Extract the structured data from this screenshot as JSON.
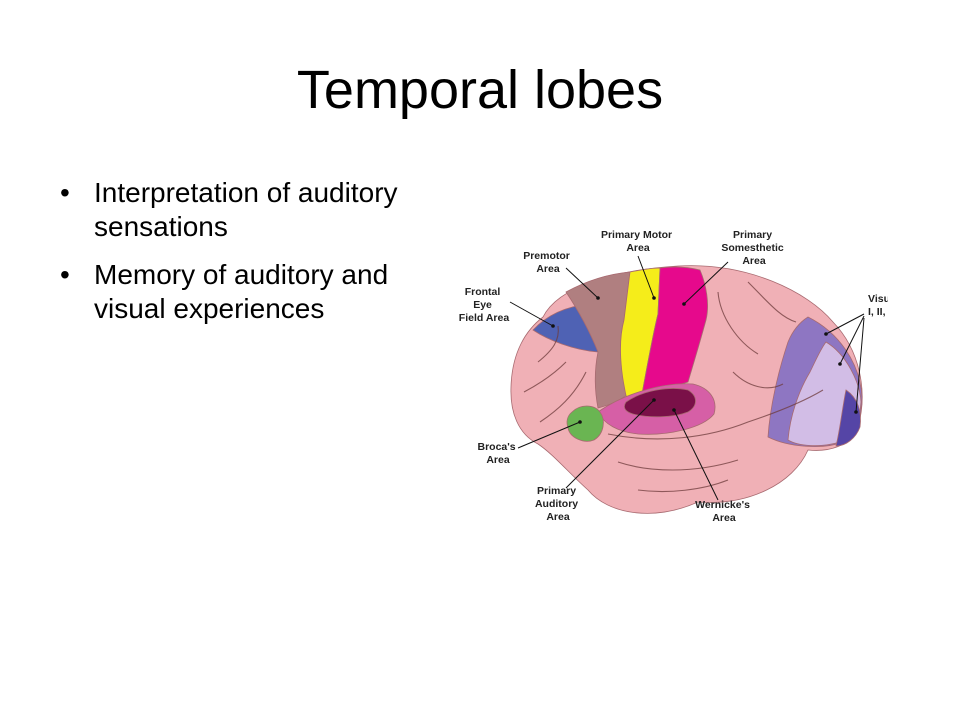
{
  "title": "Temporal lobes",
  "bullets": [
    "Interpretation of auditory sensations",
    "Memory of auditory and visual experiences"
  ],
  "bullet_marker": "•",
  "diagram": {
    "labels": {
      "primary_motor": [
        "Primary Motor",
        "Area"
      ],
      "primary_somesthetic": [
        "Primary",
        "Somesthetic",
        "Area"
      ],
      "premotor": [
        "Premotor",
        "Area"
      ],
      "frontal_eye": [
        "Frontal",
        "Eye",
        "Field Area"
      ],
      "visual": [
        "Visual",
        "I, II, III"
      ],
      "brocas": [
        "Broca's",
        "Area"
      ],
      "primary_auditory": [
        "Primary",
        "Auditory",
        "Area"
      ],
      "wernickes": [
        "Wernicke's",
        "Area"
      ]
    },
    "colors": {
      "brain": "#f0b0b6",
      "premotor": "#b07f80",
      "frontal_eye": "#4f62b4",
      "primary_motor": "#f5ed1a",
      "somesthetic": "#e6098c",
      "visual_outer": "#8e76c2",
      "visual_mid": "#d2bde6",
      "visual_inner": "#5545a6",
      "brocas": "#6ab552",
      "auditory": "#d65fa6",
      "auditory_core": "#7a1048"
    }
  }
}
